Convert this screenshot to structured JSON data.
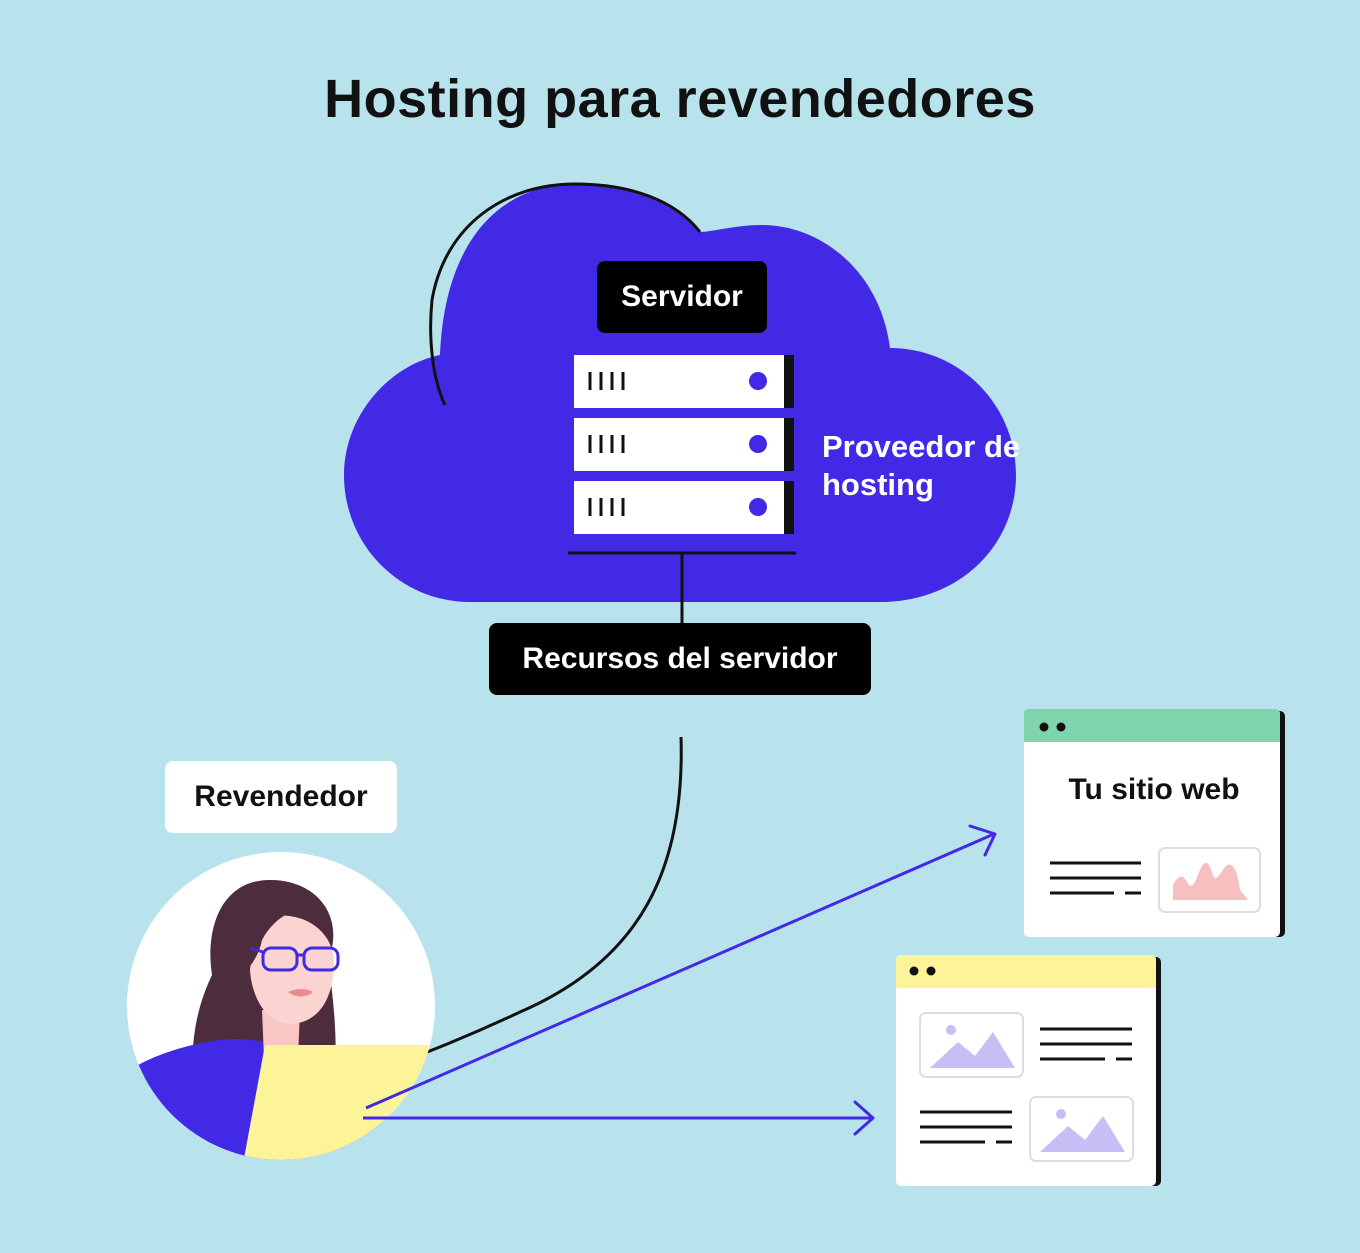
{
  "title": "Hosting para revendedores",
  "nodes": {
    "server": "Servidor",
    "provider": "Proveedor de hosting",
    "resources": "Recursos del servidor",
    "reseller": "Revendedor",
    "website": "Tu sitio web"
  },
  "colors": {
    "background": "#b9e3ec",
    "cloud": "#4129e6",
    "arrow_blue": "#4129e6",
    "site_header_green": "#7fd4ae",
    "site_header_yellow": "#fdf49a",
    "chart_pink": "#f7bfc0",
    "image_lilac": "#c9bdf5"
  }
}
